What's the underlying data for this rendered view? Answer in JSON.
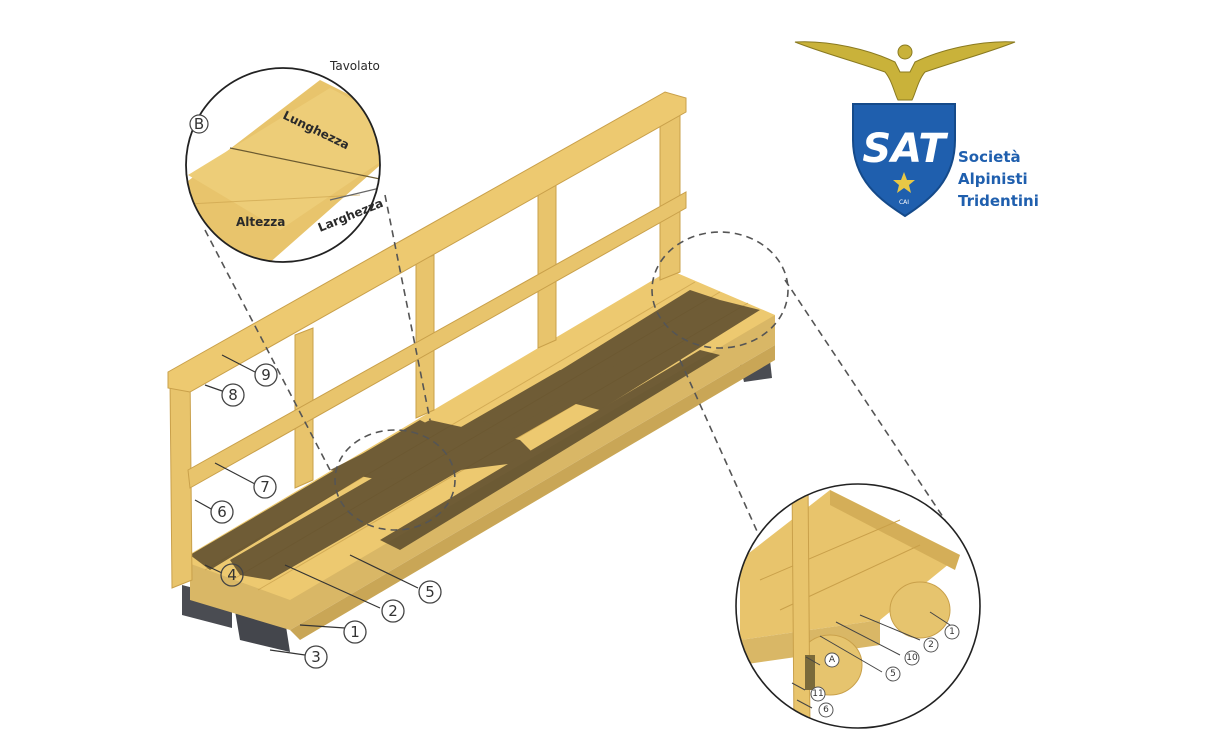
{
  "diagram": {
    "subject": "Wooden walkway / bench with railing - exploded detail views",
    "colors": {
      "wood": "#e8c46c",
      "wood_light": "#f1d88f",
      "wood_dark": "#c9a04a",
      "shadow": "#5a4a2c",
      "base_block": "#4a4c52",
      "leader_line": "#333333",
      "dashed": "#555555",
      "logo_blue": "#1f5fae",
      "logo_gold": "#c9b23a"
    },
    "detail_top": {
      "title": "Tavolato",
      "marker": "B",
      "dimensions": {
        "length": "Lunghezza",
        "width": "Larghezza",
        "height": "Altezza"
      }
    },
    "callouts_main": [
      {
        "id": "1",
        "label": "1"
      },
      {
        "id": "2",
        "label": "2"
      },
      {
        "id": "3",
        "label": "3"
      },
      {
        "id": "4",
        "label": "4"
      },
      {
        "id": "5",
        "label": "5"
      },
      {
        "id": "6",
        "label": "6"
      },
      {
        "id": "7",
        "label": "7"
      },
      {
        "id": "8",
        "label": "8"
      },
      {
        "id": "9",
        "label": "9"
      }
    ],
    "callouts_detail": [
      {
        "id": "1",
        "label": "1"
      },
      {
        "id": "2",
        "label": "2"
      },
      {
        "id": "10",
        "label": "10"
      },
      {
        "id": "5",
        "label": "5"
      },
      {
        "id": "A",
        "label": "A"
      },
      {
        "id": "11",
        "label": "11"
      },
      {
        "id": "6",
        "label": "6"
      }
    ]
  },
  "logo": {
    "initials": "SAT",
    "sub_initials": "CAI",
    "lines": [
      "Società",
      "Alpinisti",
      "Tridentini"
    ]
  }
}
